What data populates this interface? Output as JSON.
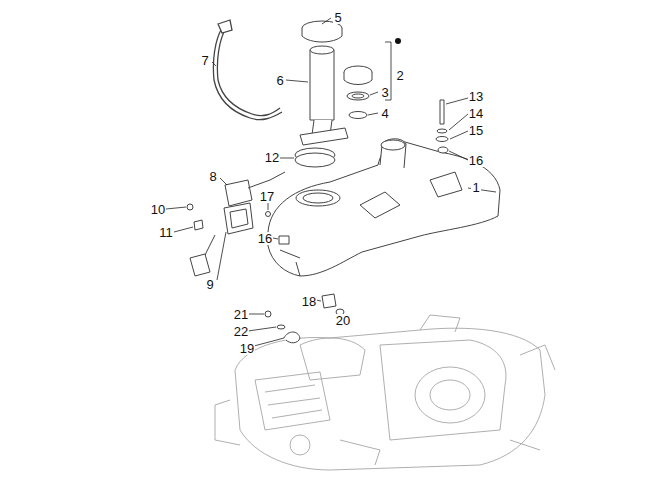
{
  "diagram": {
    "labels": [
      "5",
      "7",
      "2",
      "3",
      "6",
      "4",
      "13",
      "8",
      "14",
      "12",
      "15",
      "10",
      "17",
      "16",
      "1",
      "11",
      "16",
      "9",
      "18",
      "21",
      "20",
      "22",
      "19"
    ]
  }
}
